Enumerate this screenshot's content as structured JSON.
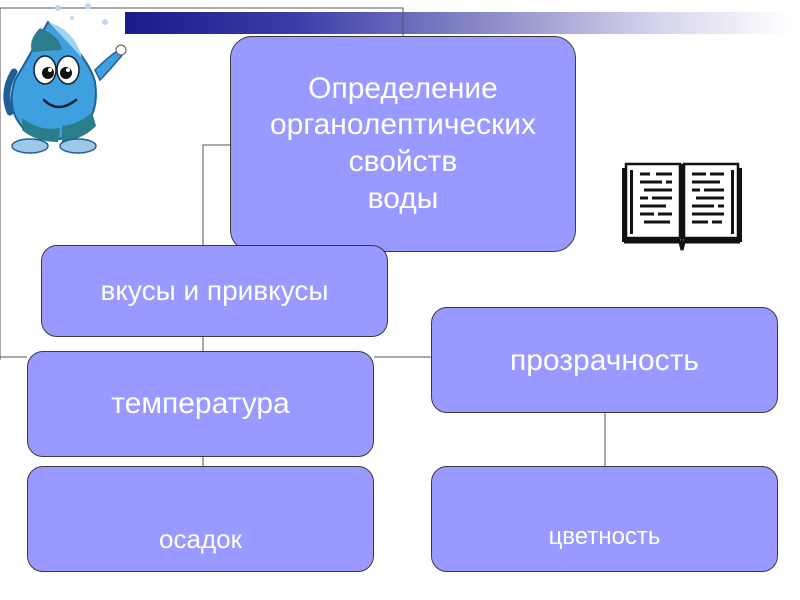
{
  "diagram": {
    "root": {
      "label": "Определение\nорганолептических\nсвойств\nводы"
    },
    "nodes": [
      {
        "id": "taste",
        "label": "вкусы и привкусы"
      },
      {
        "id": "temperature",
        "label": "температура"
      },
      {
        "id": "sediment",
        "label": "осадок"
      },
      {
        "id": "transparency",
        "label": "прозрачность"
      },
      {
        "id": "color",
        "label": "цветность"
      }
    ]
  },
  "decorations": {
    "mascot_icon": "water-drop-mascot-icon",
    "book_icon": "open-book-icon"
  },
  "colors": {
    "box_fill": "#9999ff",
    "box_text": "#ffffff",
    "box_border": "#3a3a3a",
    "banner_dark": "#1a1a8c",
    "connector": "#555555"
  }
}
